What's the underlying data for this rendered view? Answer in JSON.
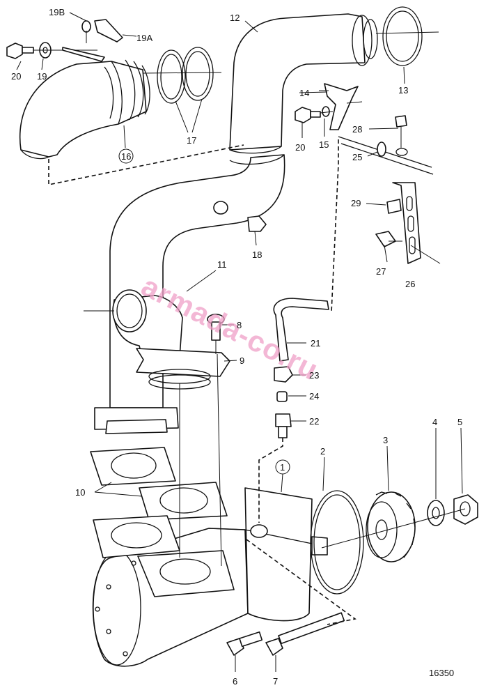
{
  "drawing_number": "16350",
  "watermark": "armada-co.ru",
  "callouts": [
    {
      "id": "c19b",
      "text": "19B"
    },
    {
      "id": "c19a",
      "text": "19A"
    },
    {
      "id": "c20a",
      "text": "20"
    },
    {
      "id": "c19",
      "text": "19"
    },
    {
      "id": "c16",
      "text": "16",
      "circled": true
    },
    {
      "id": "c17",
      "text": "17"
    },
    {
      "id": "c12",
      "text": "12"
    },
    {
      "id": "c13",
      "text": "13"
    },
    {
      "id": "c14",
      "text": "14"
    },
    {
      "id": "c20b",
      "text": "20"
    },
    {
      "id": "c15",
      "text": "15"
    },
    {
      "id": "c28",
      "text": "28"
    },
    {
      "id": "c25",
      "text": "25"
    },
    {
      "id": "c29",
      "text": "29"
    },
    {
      "id": "c27",
      "text": "27"
    },
    {
      "id": "c26",
      "text": "26"
    },
    {
      "id": "c18",
      "text": "18"
    },
    {
      "id": "c11",
      "text": "11"
    },
    {
      "id": "c8",
      "text": "8"
    },
    {
      "id": "c9",
      "text": "9"
    },
    {
      "id": "c21",
      "text": "21"
    },
    {
      "id": "c23",
      "text": "23"
    },
    {
      "id": "c24",
      "text": "24"
    },
    {
      "id": "c22",
      "text": "22"
    },
    {
      "id": "c10",
      "text": "10"
    },
    {
      "id": "c1",
      "text": "1",
      "circled": true
    },
    {
      "id": "c2",
      "text": "2"
    },
    {
      "id": "c3",
      "text": "3"
    },
    {
      "id": "c4",
      "text": "4"
    },
    {
      "id": "c5",
      "text": "5"
    },
    {
      "id": "c6",
      "text": "6"
    },
    {
      "id": "c7",
      "text": "7"
    }
  ]
}
